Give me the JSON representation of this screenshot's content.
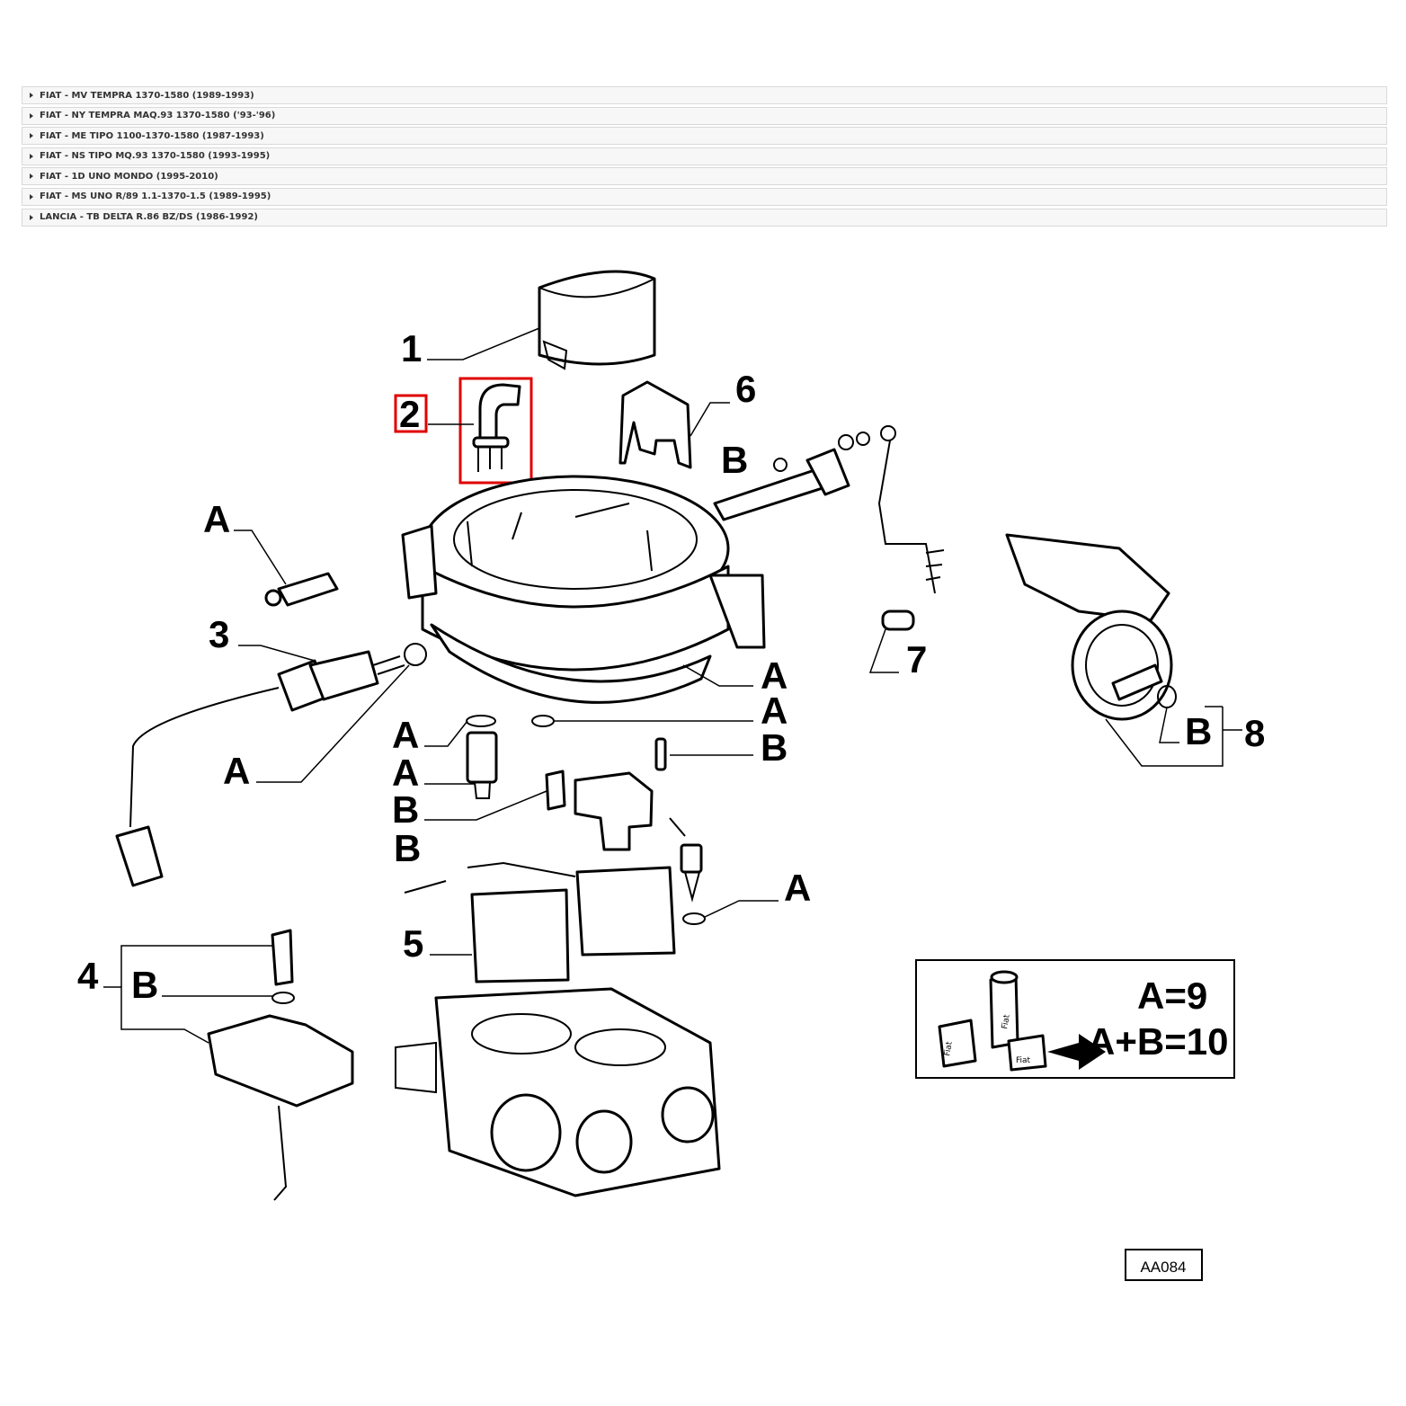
{
  "models": [
    {
      "label": "FIAT - MV TEMPRA 1370-1580 (1989-1993)"
    },
    {
      "label": "FIAT - NY TEMPRA MAQ.93 1370-1580 ('93-'96)"
    },
    {
      "label": "FIAT - ME TIPO 1100-1370-1580 (1987-1993)"
    },
    {
      "label": "FIAT - NS TIPO MQ.93 1370-1580 (1993-1995)"
    },
    {
      "label": "FIAT - 1D UNO MONDO (1995-2010)"
    },
    {
      "label": "FIAT - MS UNO R/89 1.1-1370-1.5 (1989-1995)"
    },
    {
      "label": "LANCIA - TB DELTA R.86 BZ/DS (1986-1992)"
    }
  ],
  "callouts": {
    "c1": "1",
    "c2": "2",
    "c3": "3",
    "c4": "4",
    "c5": "5",
    "c6": "6",
    "c7": "7",
    "c8": "8",
    "a": "A",
    "b": "B"
  },
  "highlight_color": "#e00000",
  "legend": {
    "line1": "A=9",
    "line2": "A+B=10",
    "pack_text_1": "Fiat",
    "pack_text_2": "Fiat",
    "pack_text_3": "Fiat"
  },
  "ref_code": "AA084"
}
